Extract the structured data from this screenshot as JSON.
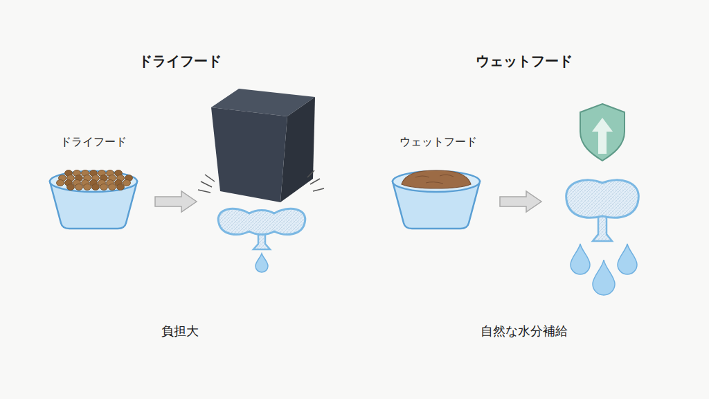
{
  "diagram": {
    "labels": [
      "ドライフード",
      "ウェットフード",
      "ドライフード",
      "ウェットフード",
      "負担大",
      "自然な水分補給"
    ]
  }
}
